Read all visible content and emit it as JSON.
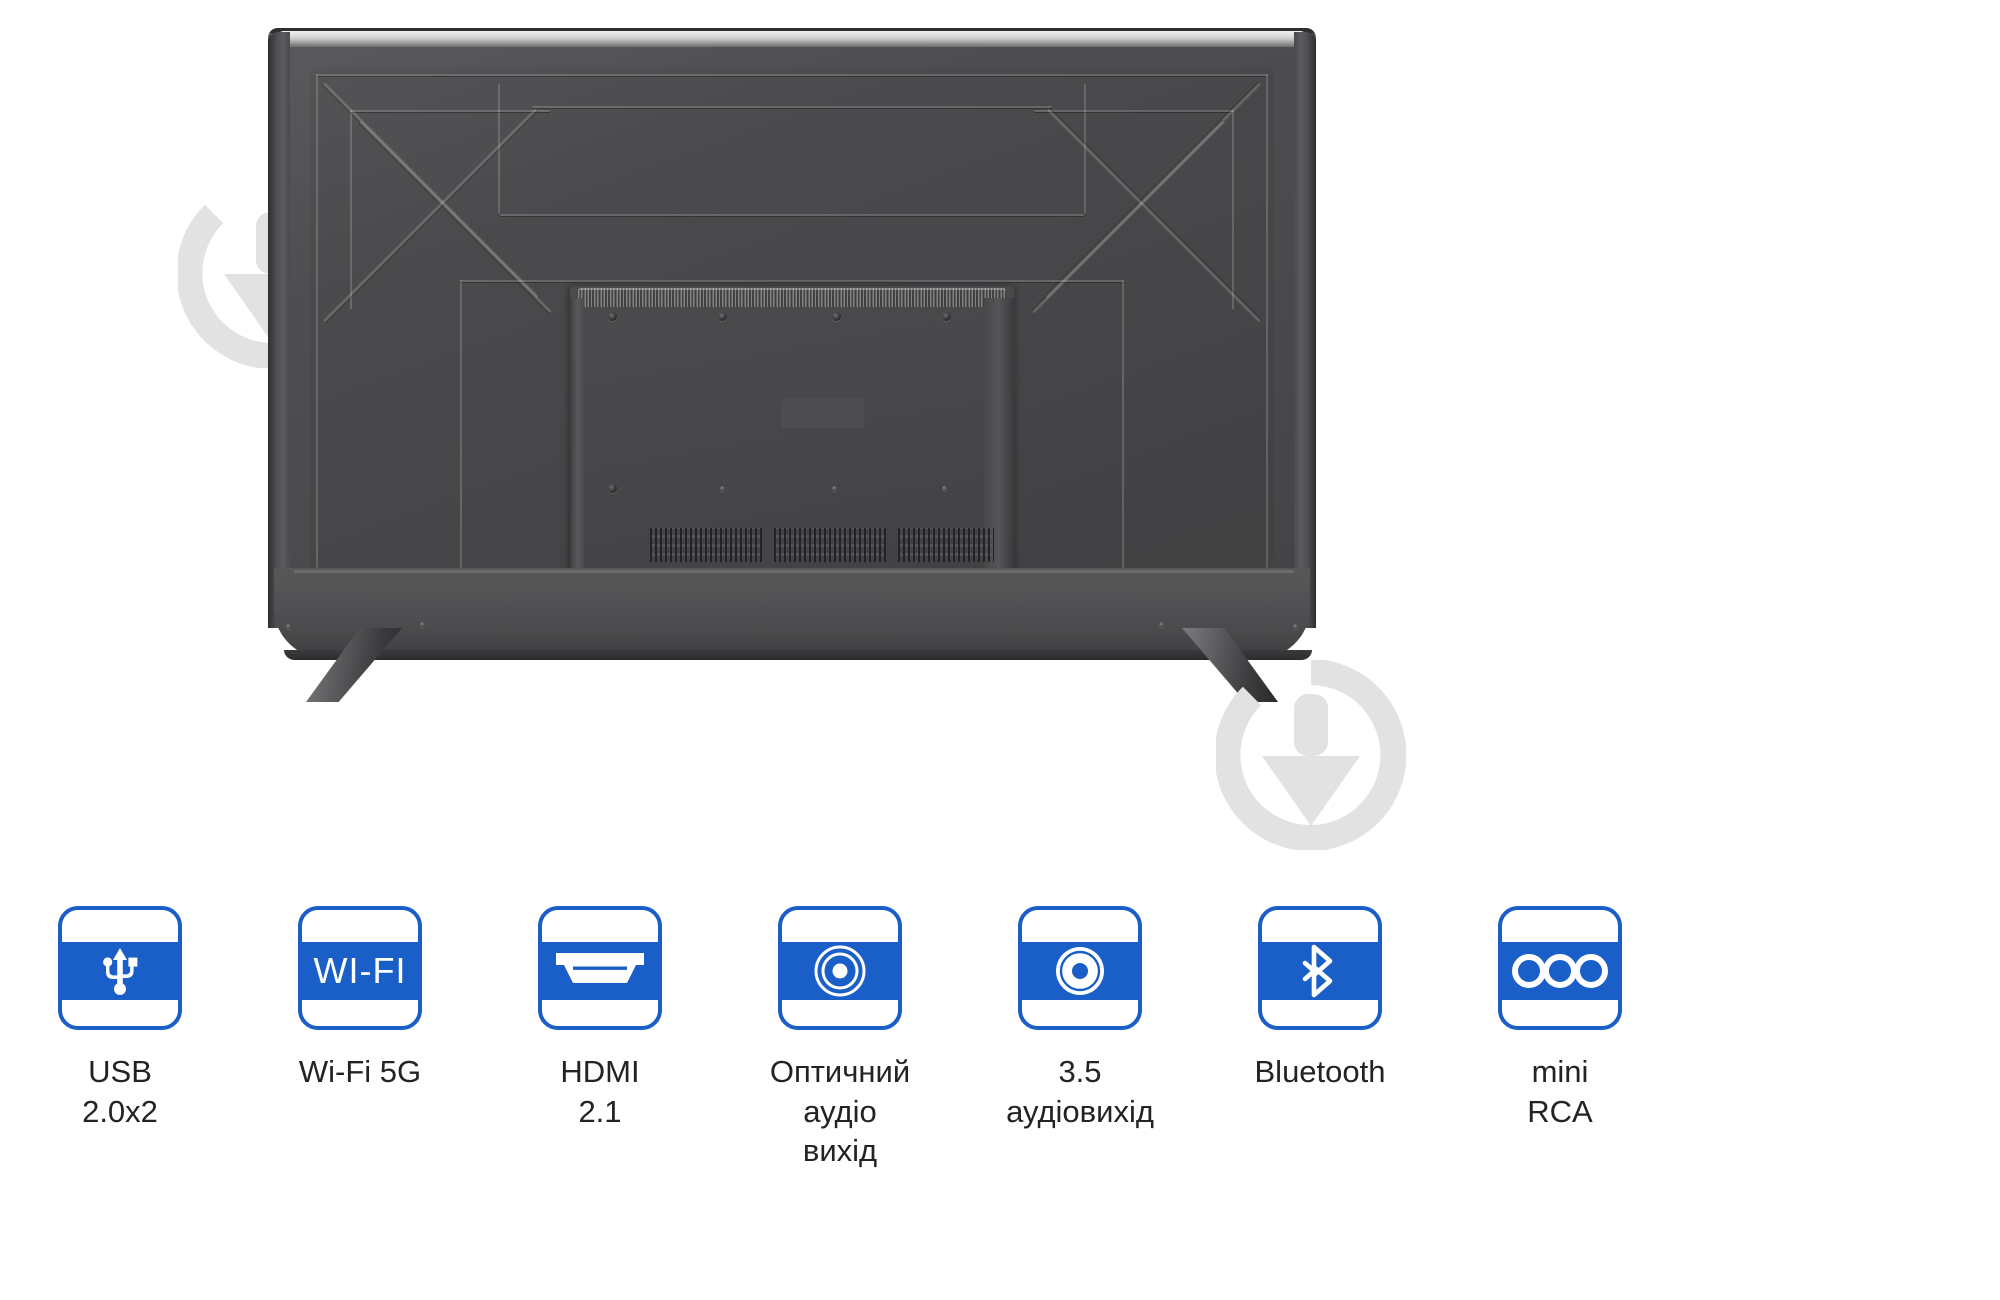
{
  "product": {
    "device_type": "tv-rear-view",
    "colors": {
      "accent_blue": "#1a5fc8",
      "label_text": "#222325",
      "background": "#ffffff",
      "chassis_dark": "#4a4a4c",
      "chassis_light": "#5a5a5c",
      "watermark_gray": "#e2e2e2"
    }
  },
  "features": [
    {
      "icon": "usb-icon",
      "label": "USB\n2.0x2",
      "glyph_type": "usb"
    },
    {
      "icon": "wifi-icon",
      "label": "Wi-Fi 5G",
      "glyph_type": "wifi-text",
      "glyph_text": "WI-FI"
    },
    {
      "icon": "hdmi-icon",
      "label": "HDMI\n2.1",
      "glyph_type": "hdmi"
    },
    {
      "icon": "optical-audio-icon",
      "label": "Оптичний\nаудіо\nвихід",
      "glyph_type": "optical"
    },
    {
      "icon": "audio-jack-icon",
      "label": "3.5\nаудіовихід",
      "glyph_type": "jack"
    },
    {
      "icon": "bluetooth-icon",
      "label": "Bluetooth",
      "glyph_type": "bluetooth"
    },
    {
      "icon": "mini-rca-icon",
      "label": "mini\nRCA",
      "glyph_type": "rca"
    }
  ]
}
